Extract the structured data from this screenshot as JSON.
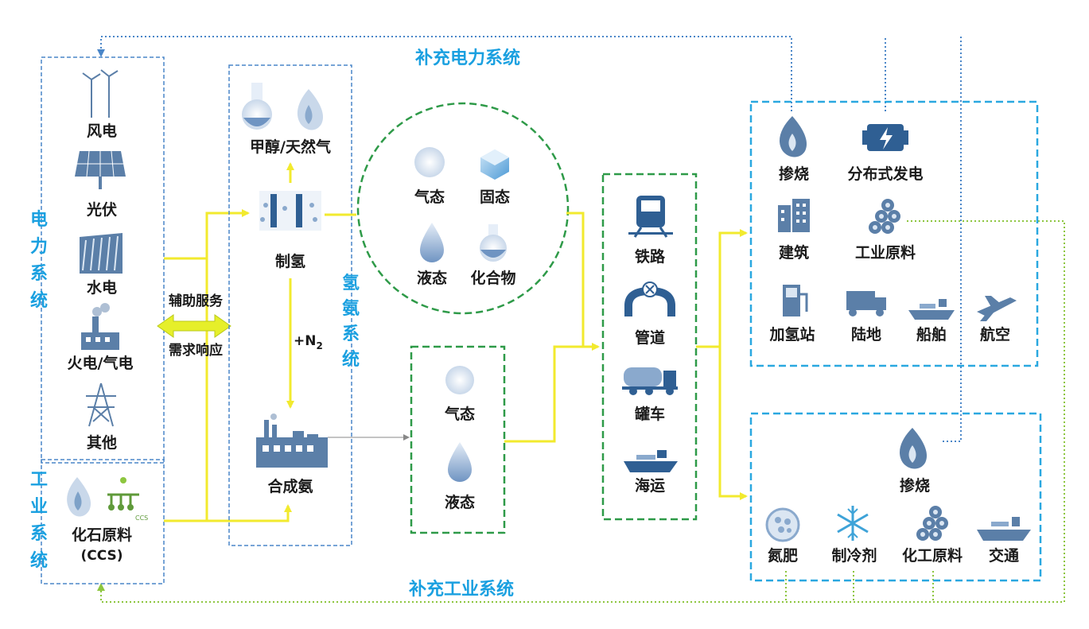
{
  "colors": {
    "accent_blue": "#1aa0e0",
    "box_blue": "#4a86c8",
    "dashed_cyan": "#2aa8e0",
    "green": "#2e9a48",
    "yellow": "#f2ea2e",
    "icon": "#5b7fa8",
    "olive_green": "#8dc63f"
  },
  "top_title": "补充电力系统",
  "bottom_title": "补充工业系统",
  "power_system": {
    "title_chars": [
      "电",
      "力",
      "系",
      "统"
    ],
    "items": [
      "风电",
      "光伏",
      "水电",
      "火电/气电",
      "其他"
    ]
  },
  "industry_system": {
    "title_chars": [
      "工",
      "业",
      "系",
      "统"
    ],
    "item_label": "化石原料",
    "item_sub": "(CCS)",
    "ccs_tag": "CCS"
  },
  "middle": {
    "aux_service": "辅助服务",
    "demand_response": "需求响应"
  },
  "hydrogen_system": {
    "title_chars": [
      "氢",
      "氨",
      "系",
      "统"
    ],
    "methanol": "甲醇/天然气",
    "hydrogen_production": "制氢",
    "n2_label": "+N",
    "n2_sub": "2",
    "ammonia_synthesis": "合成氨"
  },
  "storage_h2": [
    "气态",
    "固态",
    "液态",
    "化合物"
  ],
  "storage_nh3": [
    "气态",
    "液态"
  ],
  "transport": [
    "铁路",
    "管道",
    "罐车",
    "海运"
  ],
  "h2_use": {
    "row1": [
      "掺烧",
      "分布式发电"
    ],
    "row2": [
      "建筑",
      "工业原料"
    ],
    "row3": [
      "加氢站",
      "陆地",
      "船舶",
      "航空"
    ]
  },
  "nh3_use": {
    "top": "掺烧",
    "row": [
      "氮肥",
      "制冷剂",
      "化工原料",
      "交通"
    ]
  }
}
